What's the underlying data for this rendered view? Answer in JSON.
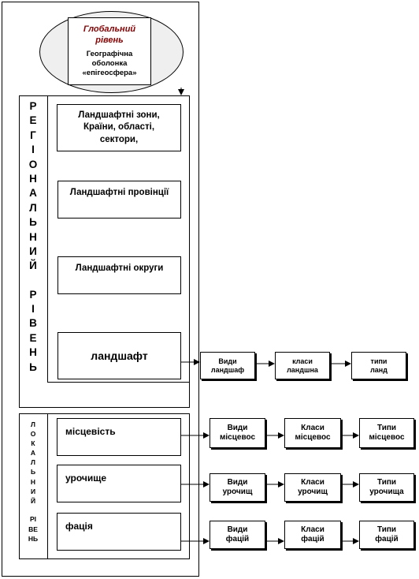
{
  "global": {
    "level_label": [
      "Глобальний",
      "рівень"
    ],
    "geo_lines": [
      "Географічна",
      "оболонка",
      "«епігеосфера»"
    ]
  },
  "regional": {
    "vertical_label": [
      "Р",
      "Е",
      "Г",
      "І",
      "О",
      "Н",
      "А",
      "Л",
      "Ь",
      "Н",
      "И",
      "Й",
      "",
      "Р",
      "І",
      "В",
      "Е",
      "Н",
      "Ь"
    ],
    "zones": [
      "Ландшафтні зони,",
      "Країни, області,",
      "сектори,"
    ],
    "provinces": "Ландшафтні провінції",
    "districts": "Ландшафтні округи",
    "landscape": "ландшафт"
  },
  "local": {
    "vertical_label": [
      "Л",
      "О",
      "К",
      "А",
      "Л",
      "Ь",
      "Н",
      "И",
      "Й",
      "",
      "РІ",
      "ВЕ",
      "НЬ"
    ],
    "locality": "місцевість",
    "tract": "урочище",
    "facies": "фація"
  },
  "chains": {
    "landscape": [
      [
        "Види",
        "ландшаф"
      ],
      [
        "класи",
        "ландшна"
      ],
      [
        "типи",
        "ланд"
      ]
    ],
    "locality": [
      [
        "Види",
        "місцевос"
      ],
      [
        "Класи",
        "місцевос"
      ],
      [
        "Типи",
        "місцевос"
      ]
    ],
    "tract": [
      [
        "Види",
        "урочищ"
      ],
      [
        "Класи",
        "урочищ"
      ],
      [
        "Типи",
        "урочища"
      ]
    ],
    "facies": [
      [
        "Види",
        "фацій"
      ],
      [
        "Класи",
        "фацій"
      ],
      [
        "Типи",
        "фацій"
      ]
    ]
  },
  "colors": {
    "global_label": "#8b0000",
    "line": "#000000"
  }
}
